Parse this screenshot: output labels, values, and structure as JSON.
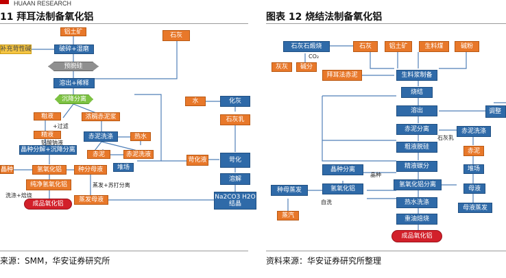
{
  "header": {
    "org": "HUAAN RESEARCH"
  },
  "left_figure": {
    "title": "11 拜耳法制备氧化铝",
    "source": "来源：SMM，华安证券研究所",
    "nodes": {
      "bauxite": "铝土矿",
      "side_input": "补充苛性碱",
      "crush_grind": "破碎+湿磨",
      "predesilication": "预脱硅",
      "digest_dilute": "溶出+稀释",
      "settle_separate": "沉降分离",
      "crude_liquor": "粗液",
      "fine_liquor": "精液",
      "dense_red_mud": "浓稠赤泥浆",
      "red_mud_wash": "赤泥洗涤",
      "hot_water": "热水",
      "red_mud": "赤泥",
      "red_mud_wash_liquor": "赤泥洗液",
      "crystal_seed_separate": "晶种分解+沉降分离",
      "seed": "晶种",
      "aluminium_hydroxide": "氢氧化铝",
      "seed_wash_liquor": "种分母液",
      "stockyard": "堆场",
      "pure_aluminium_hydroxide": "纯净氢氧化铝",
      "evaporated_mother_liquor": "蒸发母液",
      "finished_alumina": "成品氧化铝",
      "limestone": "石灰",
      "water": "水",
      "slaking": "化灰",
      "lime_milk": "石灰乳",
      "causticizing_liquor": "苛化液",
      "causticization": "苛化",
      "dissolve": "溶解",
      "soda_crystal": "Na2CO3 H2O结晶"
    },
    "labels": {
      "filter": "+过滤",
      "sodium_aluminate": "铝酸钠液",
      "wash_roast": "洗涤+焙烧",
      "evaporate": "蒸发+苏打分离"
    }
  },
  "right_figure": {
    "title": "图表 12 烧结法制备氧化铝",
    "source": "资料来源：华安证券研究所整理",
    "nodes": {
      "limestone_calcine": "石灰石煅烧",
      "limestone": "石灰",
      "bauxite": "铝土矿",
      "raw_coal": "生料煤",
      "soda": "碱粉",
      "lime_ash": "灰灰",
      "soda_powder": "碱分",
      "bayer_red_mud": "拜耳法赤泥",
      "raw_slurry_prep": "生料浆制备",
      "sinter": "烧结",
      "digest": "溶出",
      "red_mud_separate": "赤泥分离",
      "crude_desilication": "粗液脱硅",
      "refine_carbonation": "精液碳分",
      "crystal_separate": "晶种分离",
      "aluminium_hydroxide": "氢氧化铝",
      "ah_separate": "氢氧化铝分离",
      "hot_water_wash": "热水洗涤",
      "heavy_oil_roast": "重油焙烧",
      "finished_alumina": "成品氧化铝",
      "seed_mother_evaporate": "种母蒸发",
      "steam": "蒸汽",
      "adjust": "调整",
      "red_mud_wash": "赤泥洗涤",
      "red_mud": "赤泥",
      "stockyard": "堆场",
      "mother_liquor": "母液",
      "mother_liquor_evaporate": "母液蒸发"
    },
    "labels": {
      "co2": "CO₂",
      "lime_milk": "石灰乳",
      "seed": "晶种",
      "self_wash": "自洗"
    }
  },
  "colors": {
    "orange": "#e8782a",
    "blue": "#2f6aa8",
    "green": "#7dc242",
    "yellow": "#f5c542",
    "gray": "#8f8f8f",
    "red": "#d2202a",
    "line": "#4f7fb8"
  }
}
